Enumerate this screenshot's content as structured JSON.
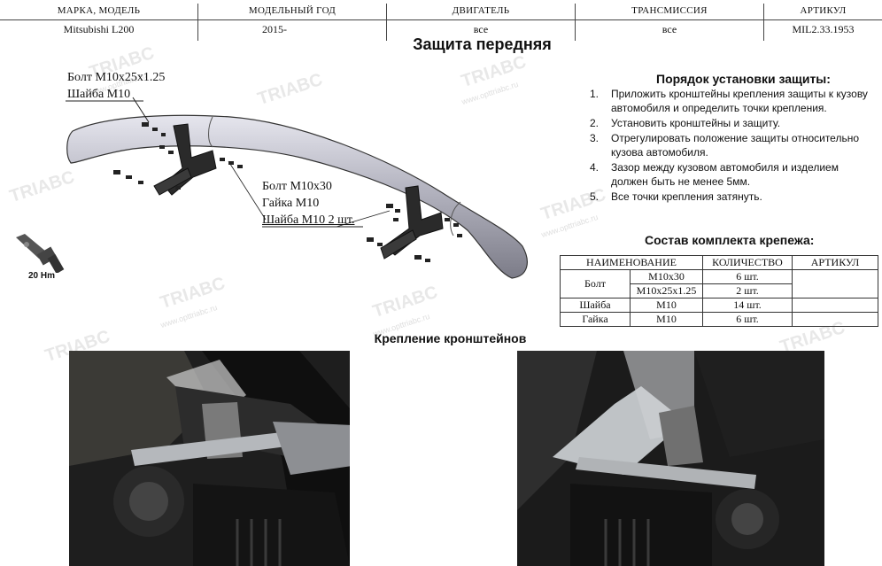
{
  "header": {
    "columns": [
      {
        "label": "МАРКА, МОДЕЛЬ",
        "value": "Mitsubishi L200"
      },
      {
        "label": "МОДЕЛЬНЫЙ ГОД",
        "value": "2015-"
      },
      {
        "label": "ДВИГАТЕЛЬ",
        "value": "все"
      },
      {
        "label": "ТРАНСМИССИЯ",
        "value": "все"
      },
      {
        "label": "АРТИКУЛ",
        "value": "MIL2.33.1953"
      }
    ]
  },
  "title": "Защита передняя",
  "diagram": {
    "labels": {
      "bolt_top": "Болт M10x25x1.25",
      "washer_top": "Шайба M10",
      "bolt_mid": "Болт M10x30",
      "nut_mid": "Гайка M10",
      "washer_mid": "Шайба M10 2 шт."
    },
    "torque": "20 Hm"
  },
  "install": {
    "title": "Порядок установки защиты:",
    "steps": [
      {
        "num": "1.",
        "text": "Приложить кронштейны крепления защиты к кузову автомобиля и определить точки крепления."
      },
      {
        "num": "2.",
        "text": "Установить кронштейны и защиту."
      },
      {
        "num": "3.",
        "text": "Отрегулировать положение защиты относительно кузова автомобиля."
      },
      {
        "num": "4.",
        "text": "Зазор между кузовом автомобиля и изделием должен быть не менее 5мм."
      },
      {
        "num": "5.",
        "text": "Все точки крепления затянуть."
      }
    ]
  },
  "kit": {
    "title": "Состав комплекта крепежа:",
    "headers": [
      "НАИМЕНОВАНИЕ",
      "КОЛИЧЕСТВО",
      "АРТИКУЛ"
    ],
    "rows": [
      {
        "name": "Болт",
        "spec1": "M10x30",
        "spec2": "M10x25x1.25",
        "qty1": "6 шт.",
        "qty2": "2 шт."
      },
      {
        "name": "Шайба",
        "spec1": "M10",
        "qty1": "14 шт."
      },
      {
        "name": "Гайка",
        "spec1": "M10",
        "qty1": "6 шт."
      }
    ]
  },
  "mount_title": "Крепление кронштейнов",
  "watermark": {
    "brand": "TRIABC",
    "url": "www.opttriabc.ru"
  },
  "colors": {
    "bar_fill": "#b9b9c4",
    "bracket": "#222222",
    "text": "#111111"
  }
}
